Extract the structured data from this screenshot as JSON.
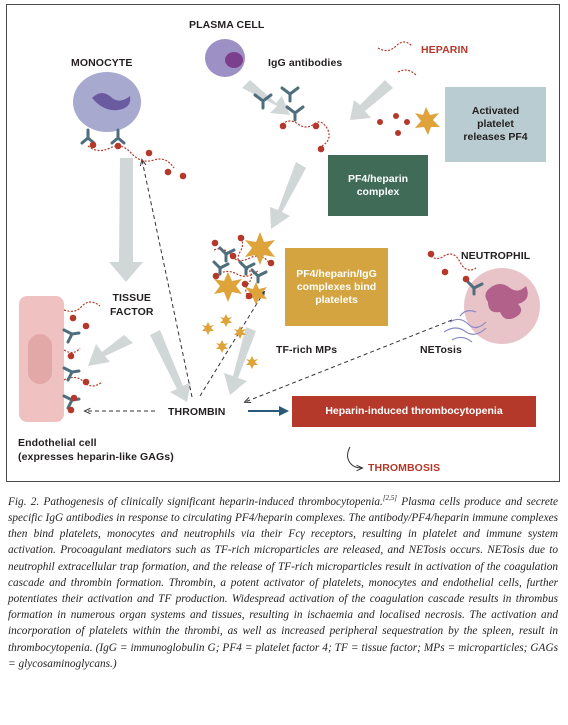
{
  "labels": {
    "plasma_cell": "PLASMA CELL",
    "igg_antibodies": "IgG antibodies",
    "heparin": "HEPARIN",
    "monocyte": "MONOCYTE",
    "tissue_factor": "TISSUE\nFACTOR",
    "neutrophil": "NEUTROPHIL",
    "netosis": "NETosis",
    "tf_rich_mps": "TF-rich MPs",
    "thrombin": "THROMBIN",
    "endothelial": "Endothelial cell\n(expresses heparin-like GAGs)",
    "thrombosis": "THROMBOSIS"
  },
  "boxes": {
    "activated_platelet": "Activated\nplatelet\nreleases PF4",
    "pf4_heparin_complex": "PF4/heparin\ncomplex",
    "complexes_bind": "PF4/heparin/IgG\ncomplexes bind\nplatelets",
    "hit": "Heparin-induced thrombocytopenia"
  },
  "colors": {
    "box_activated_platelet": "#b9ccd1",
    "box_pf4_complex": "#3f6b57",
    "box_complexes_bind": "#d4a441",
    "box_hit": "#b5392a",
    "heparin_red": "#b5392a",
    "arrow_grey": "#d1d6d7",
    "monocyte_body": "#a7a9cf",
    "plasma_cell_body": "#9d90c4",
    "neutrophil_body": "#e8c4c9",
    "endothelial": "#efc2c1",
    "platelet_gold": "#dea33a"
  },
  "caption": {
    "prefix": "Fig. 2. Pathogenesis of clinically significant heparin-induced thrombocytopenia.",
    "ref": "[2,5]",
    "body": " Plasma cells produce and secrete specific IgG antibodies in response to circulating PF4/heparin complexes. The antibody/PF4/heparin immune complexes then bind platelets, monocytes and neutrophils via their Fcγ receptors, resulting in platelet and immune system activation. Procoagulant mediators such as TF-rich microparticles are released, and NETosis occurs. NETosis due to neutrophil extracellular trap formation, and the release of TF-rich microparticles result in activation of the coagulation cascade and thrombin formation. Thrombin, a potent activator of platelets, monocytes and endothelial cells, further potentiates their activation and TF production. Widespread activation of the coagulation cascade results in thrombus formation in numerous organ systems and tissues, resulting in ischaemia and localised necrosis. The activation and incorporation of platelets within the thrombi, as well as increased peripheral sequestration by the spleen, result in thrombocytopenia. (IgG = immunoglobulin G; PF4 = platelet factor 4; TF = tissue factor; MPs = microparticles; GAGs = glycosaminoglycans.)"
  }
}
